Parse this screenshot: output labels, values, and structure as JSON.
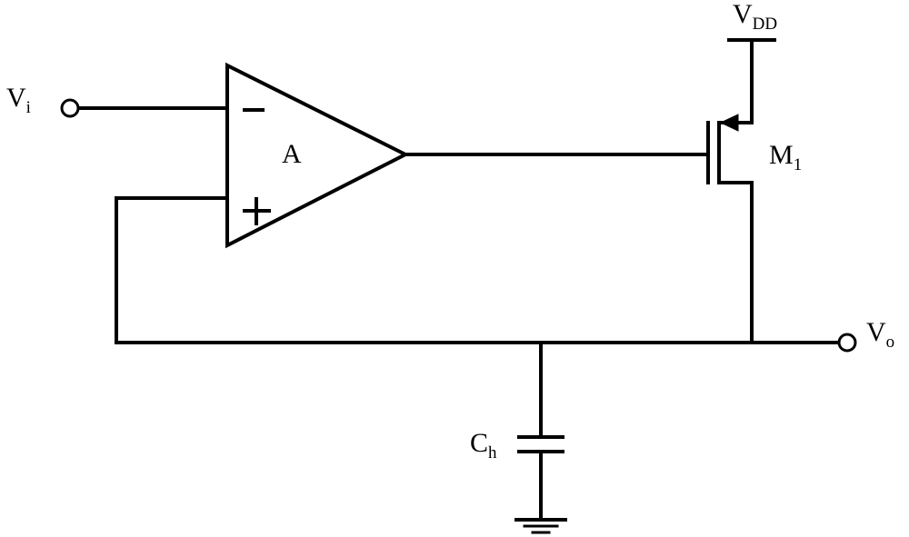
{
  "components": {
    "input_terminal": {
      "main": "V",
      "sub": "i"
    },
    "output_terminal": {
      "main": "V",
      "sub": "o"
    },
    "supply": {
      "main": "V",
      "sub": "DD"
    },
    "amplifier": {
      "label": "A",
      "inverting_sign": "-",
      "noninverting_sign": "+"
    },
    "transistor": {
      "main": "M",
      "sub": "1"
    },
    "capacitor": {
      "main": "C",
      "sub": "h"
    }
  }
}
